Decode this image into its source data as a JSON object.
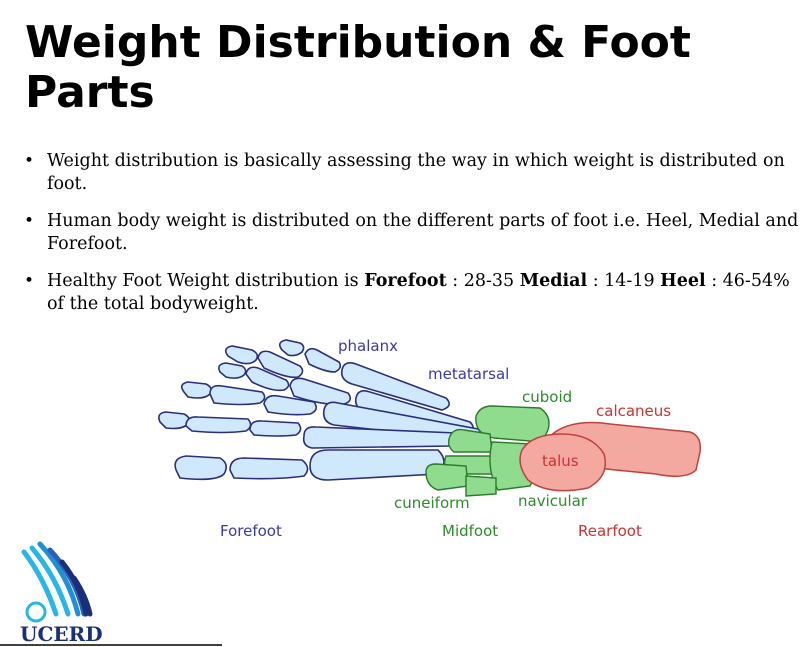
{
  "slide": {
    "title": "Weight Distribution & Foot Parts",
    "bullets": [
      {
        "text": "Weight distribution is basically assessing the way in which weight is distributed on foot."
      },
      {
        "text": "Human body weight is distributed on the different parts of foot i.e. Heel, Medial and Forefoot."
      },
      {
        "parts": [
          {
            "t": "Healthy Foot Weight distribution is ",
            "b": false
          },
          {
            "t": "Forefoot",
            "b": true
          },
          {
            "t": " : 28-35 ",
            "b": false
          },
          {
            "t": "Medial",
            "b": true
          },
          {
            "t": " : 14-19 ",
            "b": false
          },
          {
            "t": "Heel",
            "b": true
          },
          {
            "t": " : 46-54% of the total bodyweight.",
            "b": false
          }
        ]
      }
    ]
  },
  "figure": {
    "labels": {
      "phalanx": "phalanx",
      "metatarsal": "metatarsal",
      "cuboid": "cuboid",
      "calcaneus": "calcaneus",
      "talus": "talus",
      "cuneiform": "cuneiform",
      "navicular": "navicular",
      "forefoot": "Forefoot",
      "midfoot": "Midfoot",
      "rearfoot": "Rearfoot"
    },
    "colors": {
      "bone_blue": "#cfe8fb",
      "bone_outline": "#2b2f7a",
      "mid_green": "#8fdc8f",
      "rear_red": "#f4a9a0",
      "label_blue": "#3a3aa8",
      "label_green": "#2e8b2e",
      "label_red": "#d03030"
    }
  },
  "logo": {
    "text": "UCERD",
    "color": "#1a2f7a",
    "accent": "#27b6e6"
  }
}
